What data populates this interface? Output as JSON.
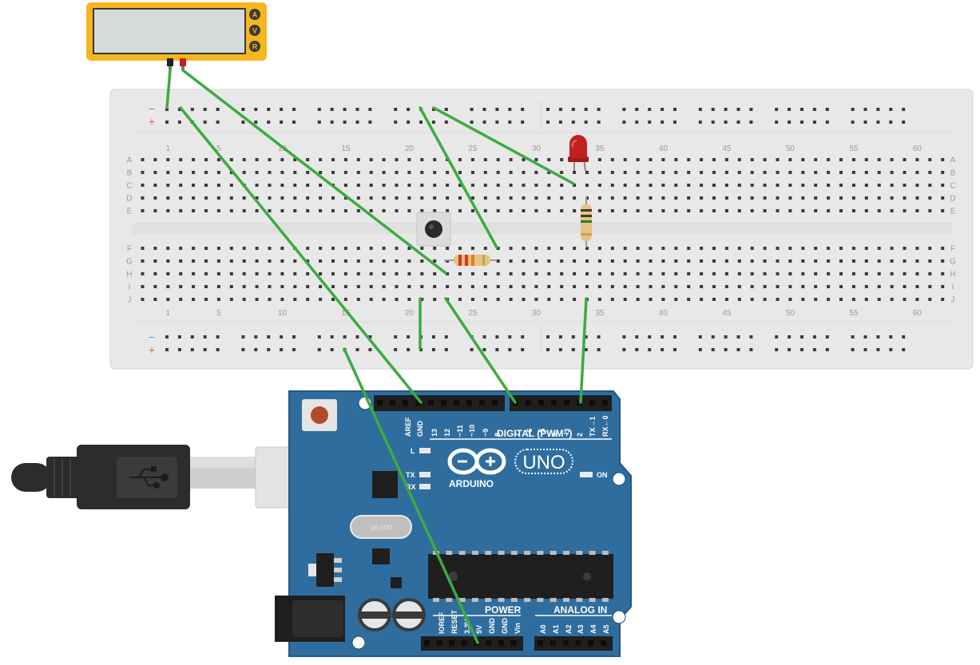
{
  "canvas": {
    "background": "#ffffff"
  },
  "multimeter": {
    "modes": [
      "A",
      "V",
      "R"
    ],
    "body_color": "#f6b61e",
    "screen_color": "#d5dadb"
  },
  "breadboard": {
    "body_color": "#e8e8e8",
    "rail_minus": "−",
    "rail_plus": "+",
    "column_labels": [
      "1",
      "5",
      "10",
      "15",
      "20",
      "25",
      "30",
      "35",
      "40",
      "45",
      "50",
      "55",
      "60"
    ],
    "row_labels_top": [
      "A",
      "B",
      "C",
      "D",
      "E"
    ],
    "row_labels_bottom": [
      "F",
      "G",
      "H",
      "I",
      "J"
    ]
  },
  "arduino": {
    "board_color": "#2f6d9e",
    "brand": "ARDUINO",
    "model": "UNO",
    "digital_header_label": "DIGITAL (PWM~)",
    "digital_pins": [
      "AREF",
      "GND",
      "13",
      "12",
      "~11",
      "~10",
      "~9",
      "8",
      "7",
      "~6",
      "~5",
      "4",
      "~3",
      "2",
      "TX→1",
      "RX←0"
    ],
    "power_header_label": "POWER",
    "power_pins": [
      "IOREF",
      "RESET",
      "3.3V",
      "5V",
      "GND",
      "GND",
      "Vin"
    ],
    "analog_header_label": "ANALOG IN",
    "analog_pins": [
      "A0",
      "A1",
      "A2",
      "A3",
      "A4",
      "A5"
    ],
    "led_labels": [
      "L",
      "TX",
      "RX"
    ],
    "on_label": "ON",
    "crystal_label": "16.000"
  },
  "components": {
    "led": {
      "color": "#c0211f"
    },
    "pushbutton": {
      "color": "#2a2a2a"
    }
  },
  "wire_color": "#3dab3f"
}
